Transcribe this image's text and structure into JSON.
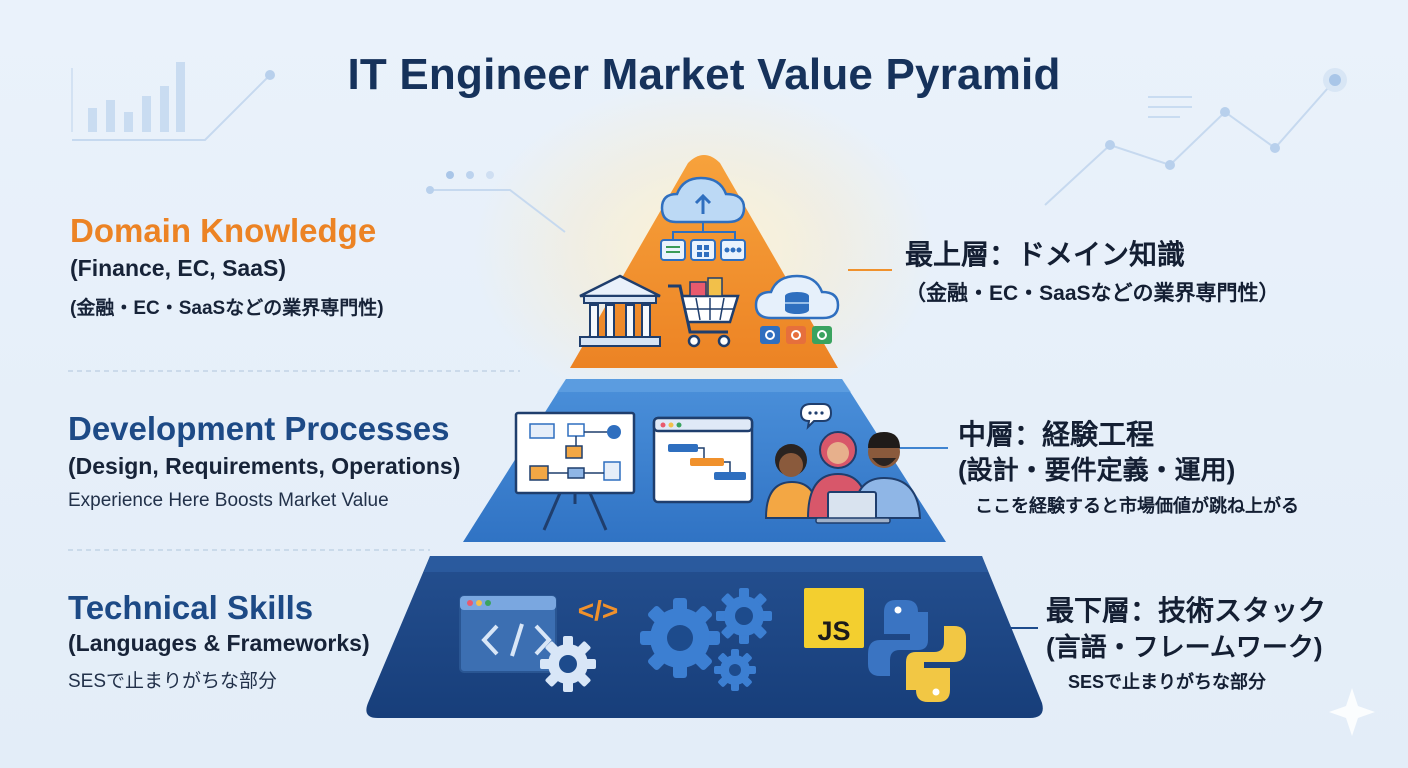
{
  "title": "IT Engineer Market Value Pyramid",
  "colors": {
    "top_tier": "#f0912c",
    "middle_tier": "#3f84d1",
    "bottom_tier": "#1d4b8c",
    "title": "#16325b"
  },
  "tiers": {
    "top": {
      "heading": "Domain Knowledge",
      "subheading": "(Finance, EC, SaaS)",
      "note": "(金融・EC・SaaSなどの業界専門性)",
      "jp_heading": "最上層：ドメイン知識",
      "jp_sub": "（金融・EC・SaaSなどの業界専門性）",
      "icons": [
        "cloud-upload-icon",
        "bank-icon",
        "shopping-cart-icon",
        "cloud-database-icon"
      ]
    },
    "middle": {
      "heading": "Development Processes",
      "subheading": "(Design, Requirements, Operations)",
      "note": "Experience Here Boosts Market Value",
      "jp_heading": "中層：経験工程",
      "jp_sub": "(設計・要件定義・運用)",
      "jp_note": "ここを経験すると市場価値が跳ね上がる",
      "icons": [
        "flowchart-board-icon",
        "gantt-chart-icon",
        "team-meeting-icon"
      ]
    },
    "bottom": {
      "heading": "Technical Skills",
      "subheading": "(Languages & Frameworks)",
      "note": "SESで止まりがちな部分",
      "jp_heading": "最下層：技術スタック",
      "jp_sub": "(言語・フレームワーク)",
      "jp_note": "SESで止まりがちな部分",
      "js_badge": "JS",
      "code_glyph": "</>",
      "icons": [
        "code-window-icon",
        "gears-icon",
        "javascript-icon",
        "python-icon"
      ]
    }
  }
}
